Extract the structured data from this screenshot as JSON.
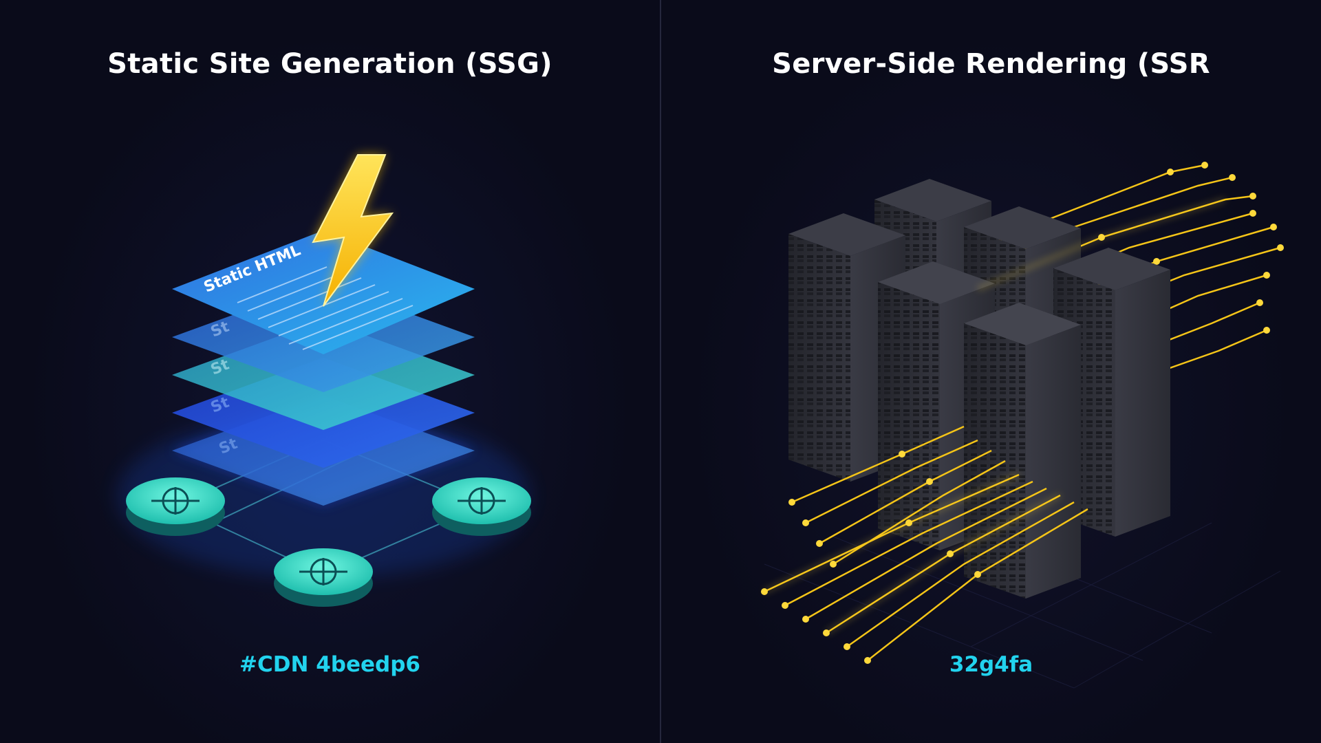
{
  "ssg": {
    "title": "Static Site Generation (SSG)",
    "layer_label": "Static HTML",
    "layer_label_faded": "St",
    "caption": "#CDN 4beedp6"
  },
  "ssr": {
    "title": "Server-Side Rendering (SSR",
    "caption": "32g4fa"
  },
  "colors": {
    "background": "#0a0b1a",
    "ssg_accent": "#22d3ee",
    "cdn_node": "#2dd4bf",
    "ssr_accent": "#facc15",
    "layer_blue": "#2f80ed",
    "server_body": "#2c2d35"
  },
  "icons": {
    "ssg_bolt": "lightning-bolt-icon",
    "cdn_node": "network-hub-icon",
    "ssr_server": "server-rack-icon"
  }
}
